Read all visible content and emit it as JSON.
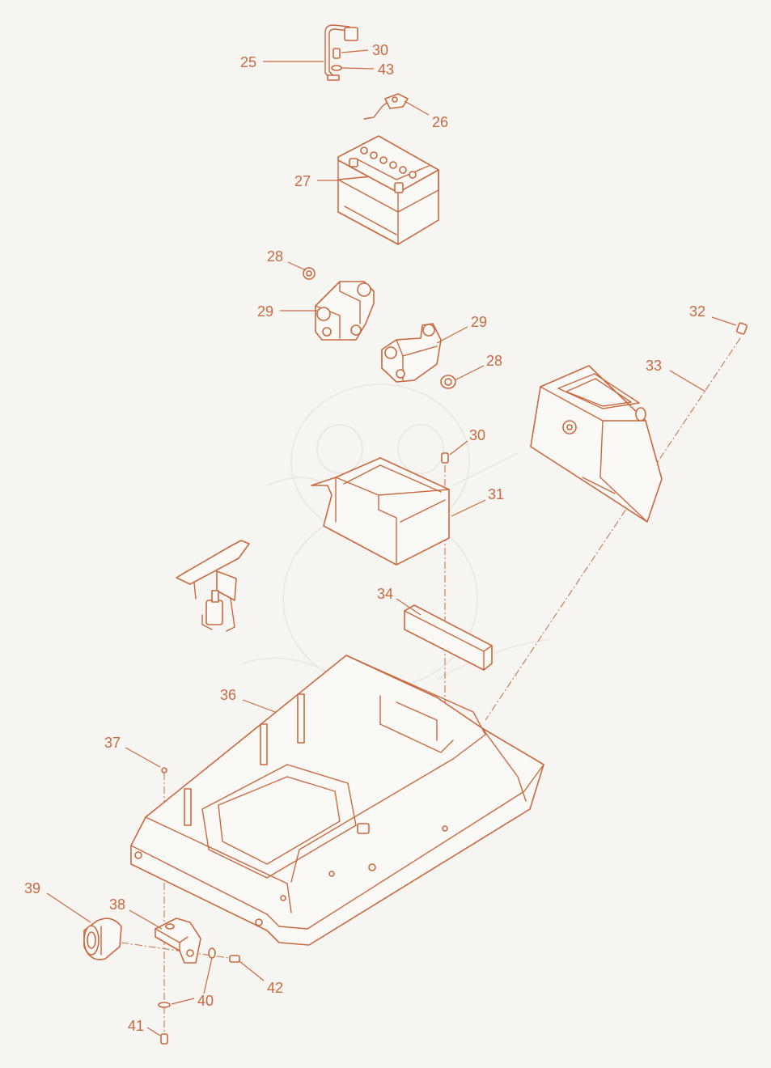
{
  "diagram": {
    "accent_color": "#c8693f",
    "background_color": "#f7f5f2",
    "callouts": {
      "c25": "25",
      "c30a": "30",
      "c43": "43",
      "c26": "26",
      "c27": "27",
      "c28a": "28",
      "c29a": "29",
      "c29b": "29",
      "c28b": "28",
      "c32": "32",
      "c33": "33",
      "c30b": "30",
      "c31": "31",
      "c34": "34",
      "c36": "36",
      "c37": "37",
      "c39": "39",
      "c38": "38",
      "c40": "40",
      "c42": "42",
      "c41": "41"
    }
  }
}
